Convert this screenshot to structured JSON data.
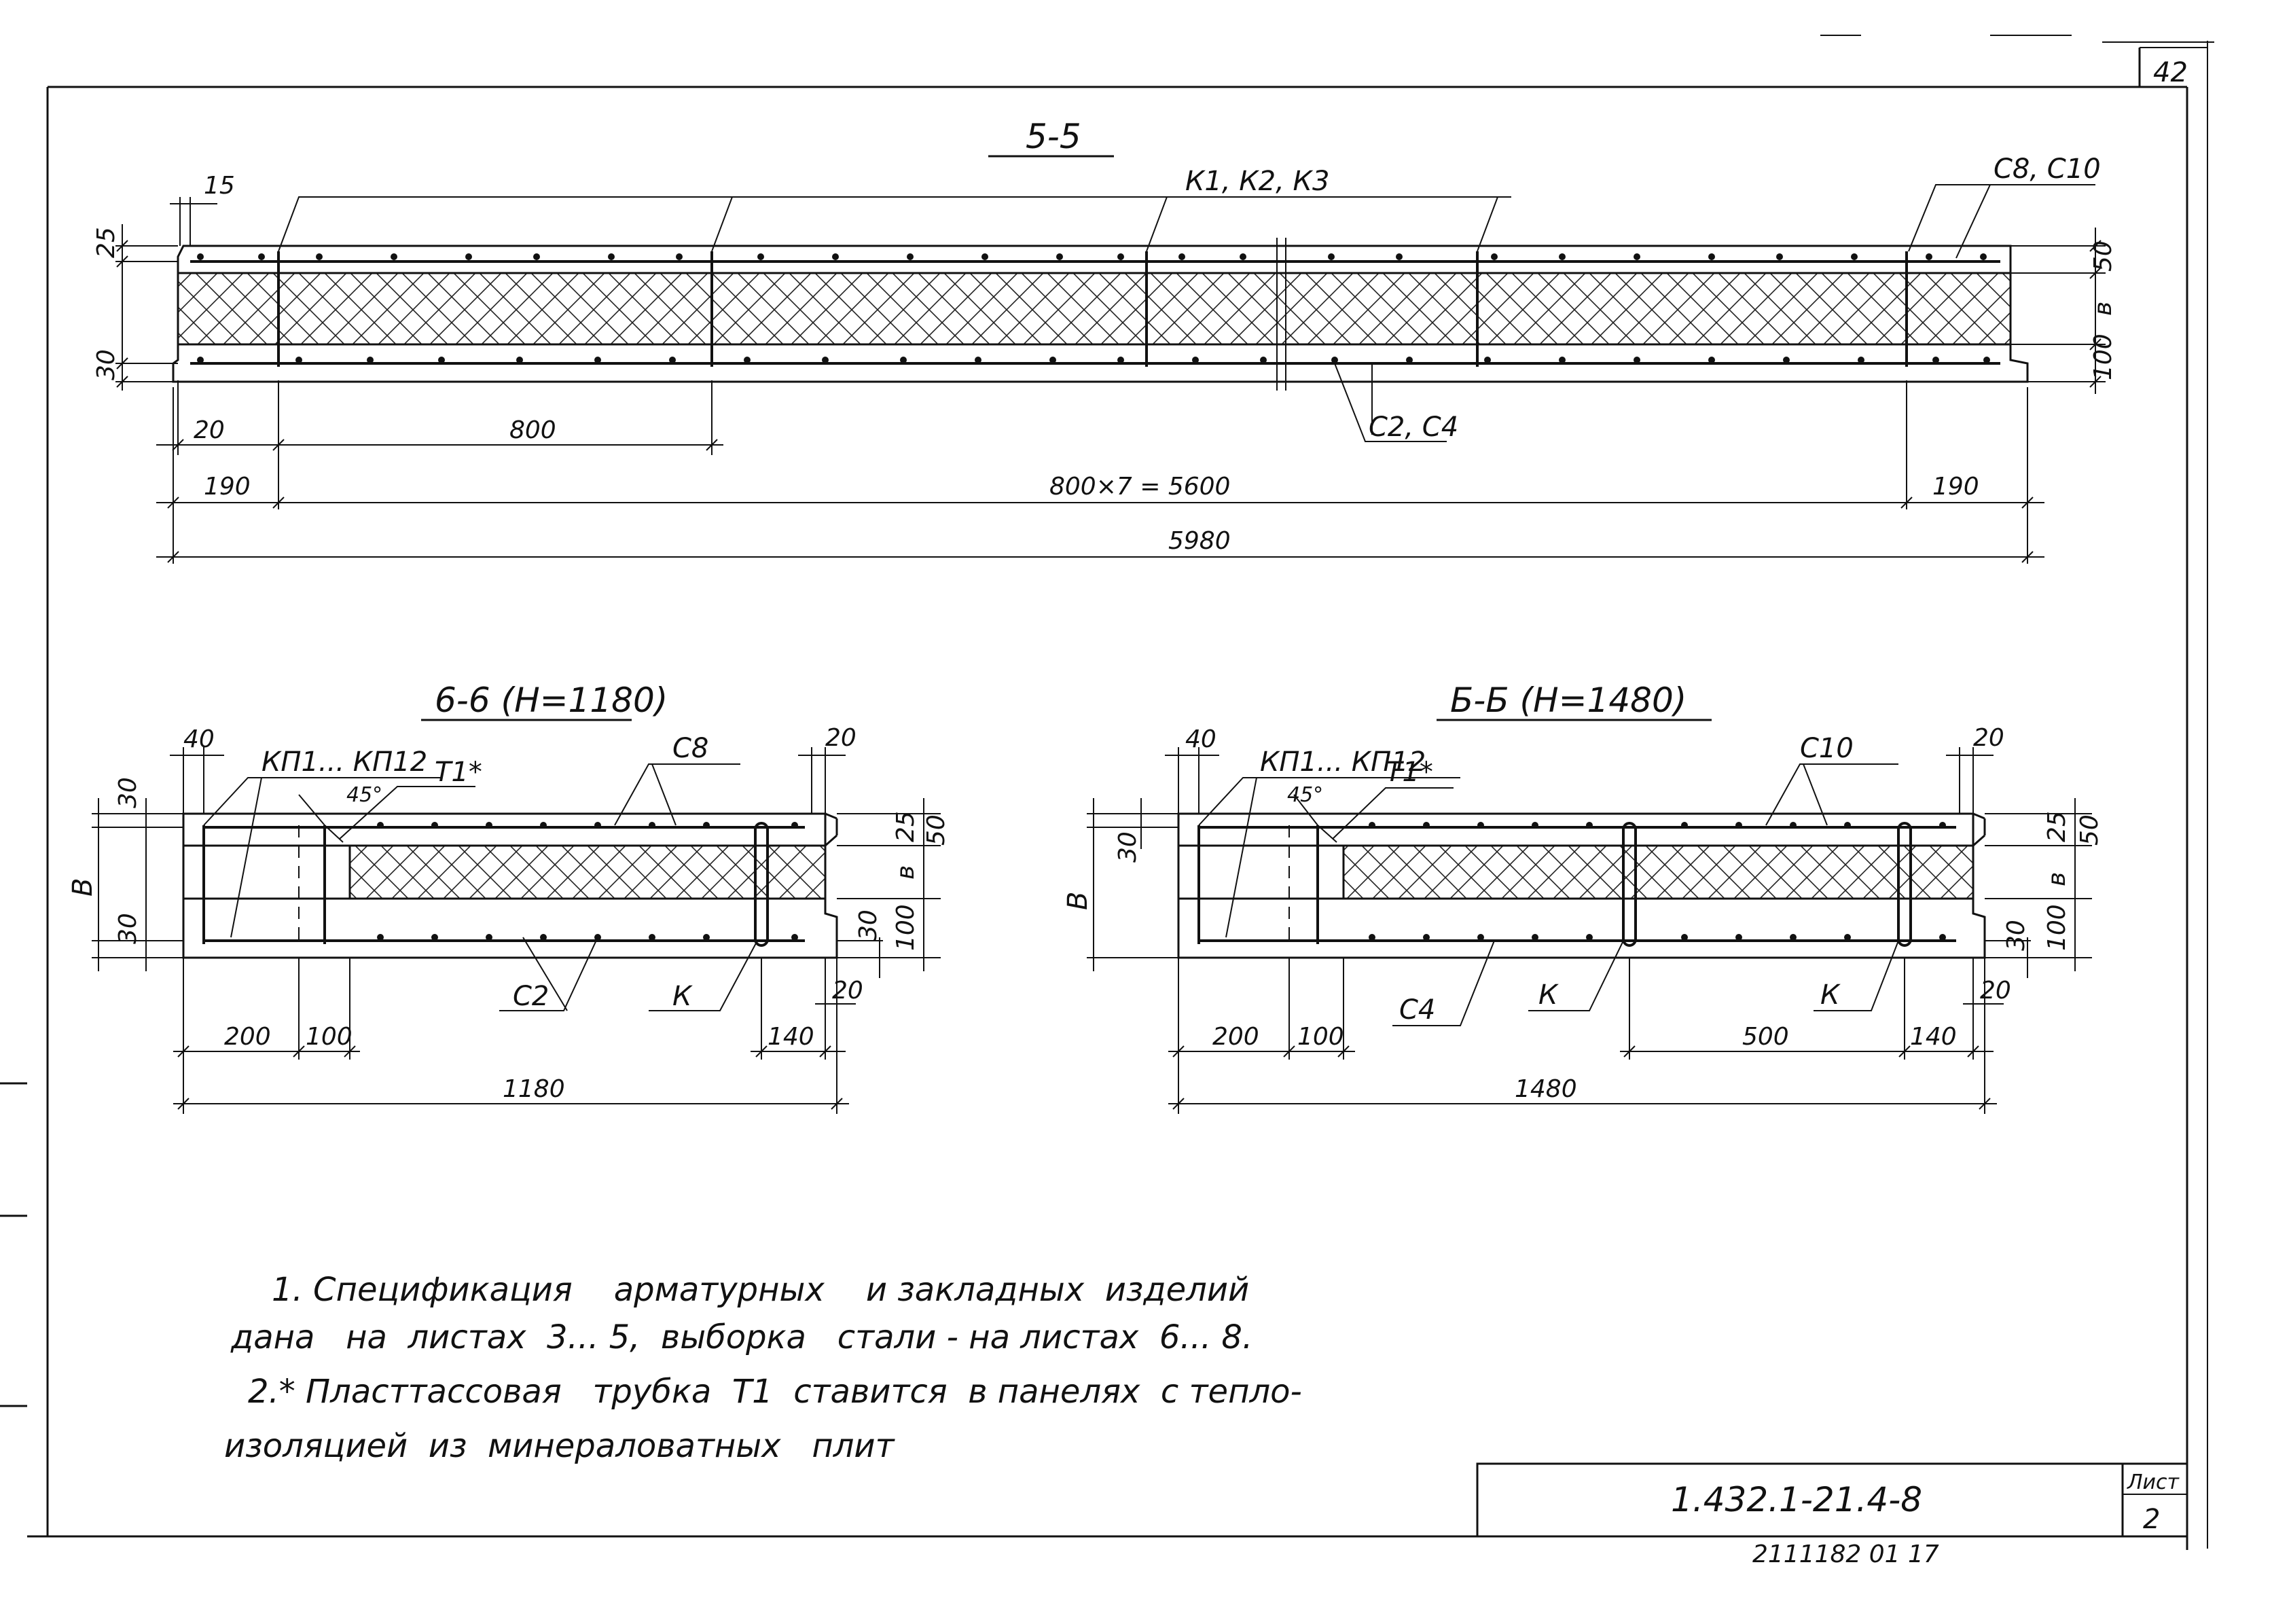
{
  "sheet": {
    "page_number": "42",
    "drawing_code": "1.432.1-21.4-8",
    "sheet_label": "Лист",
    "sheet_number": "2",
    "footer_stamp": "2111182 01 17"
  },
  "section_5_5": {
    "title": "5-5",
    "label_k": "К1, К2, К3",
    "label_c_top": "С8, С10",
    "label_c_bottom": "С2, С4",
    "dim_15": "15",
    "dim_25": "25",
    "dim_30": "30",
    "dim_50": "50",
    "dim_v": "в",
    "dim_100": "100",
    "dim_20": "20",
    "dim_800": "800",
    "dim_190_left": "190",
    "dim_series": "800×7 = 5600",
    "dim_190_right": "190",
    "dim_total": "5980"
  },
  "section_6_6_left": {
    "title": "6-6 (Н=1180)",
    "label_kp": "КП1... КП12",
    "label_t1": "Т1*",
    "label_c_top": "С8",
    "label_c_bottom": "С2",
    "label_k": "К",
    "angle": "45°",
    "dim_40": "40",
    "dim_30_top": "30",
    "dim_30_bot": "30",
    "dim_B": "В",
    "dim_20_top": "20",
    "dim_25": "25",
    "dim_50": "50",
    "dim_v": "в",
    "dim_30_r": "30",
    "dim_100": "100",
    "dim_20_bot": "20",
    "dim_200": "200",
    "dim_100_b": "100",
    "dim_140": "140",
    "dim_total": "1180"
  },
  "section_6_6_right": {
    "title": "Б-Б (Н=1480)",
    "label_kp": "КП1... КП12",
    "label_t1": "Т1*",
    "label_c_top": "С10",
    "label_c_bottom": "С4",
    "label_k1": "К",
    "label_k2": "К",
    "angle": "45°",
    "dim_40": "40",
    "dim_30": "30",
    "dim_B": "В",
    "dim_20_top": "20",
    "dim_25": "25",
    "dim_50": "50",
    "dim_v": "в",
    "dim_30_r": "30",
    "dim_100": "100",
    "dim_20_bot": "20",
    "dim_200": "200",
    "dim_100_b": "100",
    "dim_500": "500",
    "dim_140": "140",
    "dim_total": "1480"
  },
  "notes": {
    "line1": "1. Спецификация    арматурных    и закладных  изделий",
    "line2": "дана   на  листах  3... 5,  выборка   стали - на листах  6... 8.",
    "line3": "2.* Пласттассовая   трубка  Т1  ставится  в панелях  с тепло-",
    "line4": "изоляцией  из  минераловатных   плит"
  }
}
